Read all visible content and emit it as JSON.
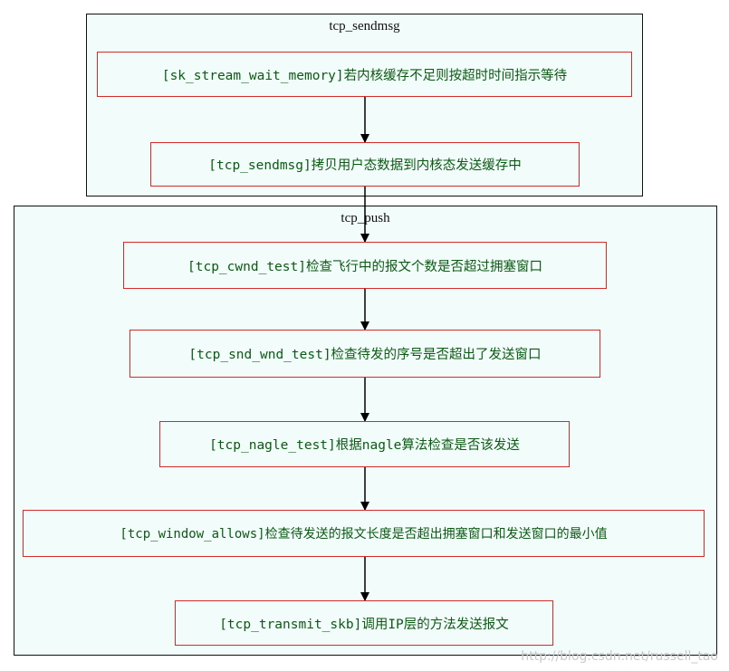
{
  "clusters": {
    "sendmsg": {
      "title": "tcp_sendmsg"
    },
    "push": {
      "title": "tcp_push"
    }
  },
  "nodes": {
    "wait_memory": "[sk_stream_wait_memory]若内核缓存不足则按超时时间指示等待",
    "sendmsg": "[tcp_sendmsg]拷贝用户态数据到内核态发送缓存中",
    "cwnd_test": "[tcp_cwnd_test]检查飞行中的报文个数是否超过拥塞窗口",
    "snd_wnd_test": "[tcp_snd_wnd_test]检查待发的序号是否超出了发送窗口",
    "nagle_test": "[tcp_nagle_test]根据nagle算法检查是否该发送",
    "window_allows": "[tcp_window_allows]检查待发送的报文长度是否超出拥塞窗口和发送窗口的最小值",
    "transmit_skb": "[tcp_transmit_skb]调用IP层的方法发送报文"
  },
  "watermark": "http://blog.csdn.net/russell_tao",
  "colors": {
    "node_border": "#d42a2a",
    "node_text": "#0b5a12",
    "cluster_fill": "#f2fcfb",
    "edge": "#000000"
  }
}
